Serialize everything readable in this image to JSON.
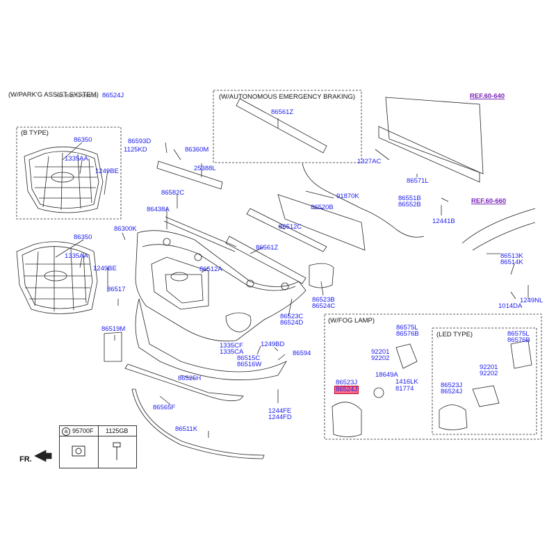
{
  "captions": {
    "park_assist": "(W/PARK'G ASSIST SYSTEM)",
    "park_assist_overlap": "KIA 86524J-D9500",
    "autonomous_braking": "(W/AUTONOMOUS EMERGENCY BRAKING)",
    "b_type": "(B TYPE)",
    "fog_lamp": "(W/FOG LAMP)",
    "led_type": "(LED TYPE)",
    "fr": "FR."
  },
  "refs": {
    "ref_640": "REF.60-640",
    "ref_660": "REF.60-660"
  },
  "parts": {
    "p86524j_top": "86524J",
    "p86350_a": "86350",
    "p1335aa_a": "1335AA",
    "p1249be_a": "1249BE",
    "p86593d": "86593D",
    "p1125kd": "1125KD",
    "p86360m": "86360M",
    "p25388l": "25388L",
    "p86561z_a": "86561Z",
    "p1327ac": "1327AC",
    "p86571l": "86571L",
    "p91870k": "91870K",
    "p86520b": "86520B",
    "p86551b": "86551B",
    "p86552b": "86552B",
    "p12441b": "12441B",
    "p86582c": "86582C",
    "p86438a": "86438A",
    "p86300k": "86300K",
    "p86512c": "86512C",
    "p86350_b": "86350",
    "p1335aa_b": "1335AA",
    "p1249be_b": "1249BE",
    "p86561z_b": "86561Z",
    "p86512a": "86512A",
    "p86513k": "86513K",
    "p86514k": "86514K",
    "p86517": "86517",
    "p86523b": "86523B",
    "p86524c": "86524C",
    "p1014da": "1014DA",
    "p1249nl": "1249NL",
    "p86523c": "86523C",
    "p86524d": "86524D",
    "p86519m": "86519M",
    "p1335cf": "1335CF",
    "p1335ca": "1335CA",
    "p1249bd": "1249BD",
    "p86515c": "86515C",
    "p86516w": "86516W",
    "p86594": "86594",
    "p86525h": "86525H",
    "p86565f": "86565F",
    "p1244fe": "1244FE",
    "p1244fd": "1244FD",
    "p86511k": "86511K",
    "fog_86575l": "86575L",
    "fog_86576b": "86576B",
    "fog_92201": "92201",
    "fog_92202": "92202",
    "fog_18649a": "18649A",
    "fog_1416lk": "1416LK",
    "fog_81774": "81774",
    "fog_86523j": "86523J",
    "fog_86524j": "86524J",
    "led_86575l": "86575L",
    "led_86576b": "86576B",
    "led_92201": "92201",
    "led_92202": "92202",
    "led_86523j": "86523J",
    "led_86524j": "86524J"
  },
  "legend_table": {
    "col1_marker": "a",
    "col1_part": "95700F",
    "col2_part": "1125GB"
  }
}
